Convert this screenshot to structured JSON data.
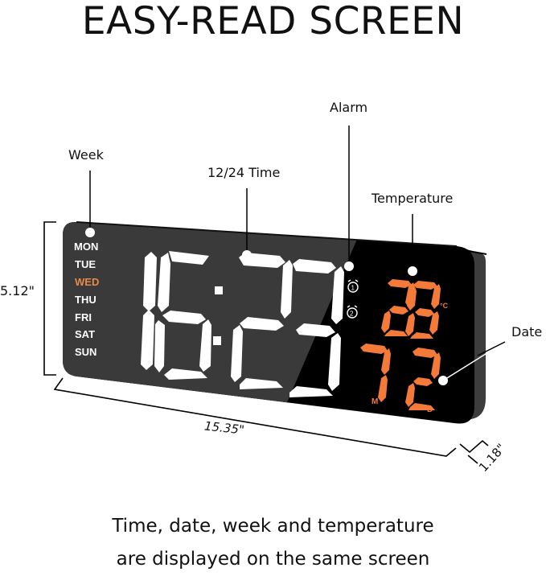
{
  "headline": "EASY-READ SCREEN",
  "callouts": {
    "week": "Week",
    "time": "12/24 Time",
    "alarm": "Alarm",
    "temperature": "Temperature",
    "date": "Date"
  },
  "dimensions": {
    "height": "5.12\"",
    "width": "15.35\"",
    "depth": "1.18\""
  },
  "display": {
    "weekdays": [
      "MON",
      "TUE",
      "WED",
      "THU",
      "FRI",
      "SAT",
      "SUN"
    ],
    "active_weekday": "WED",
    "time": "16:23",
    "alarm_icons": [
      "alarm-1",
      "alarm-2"
    ],
    "temperature": "28",
    "temperature_unit": "°C",
    "month": "7",
    "month_label": "M",
    "day": "2",
    "day_label": "D"
  },
  "caption": {
    "line1": "Time, date, week and temperature",
    "line2": "are displayed on the same screen"
  },
  "colors": {
    "led_white": "#ffffff",
    "led_orange": "#f47a3a",
    "active_day": "#e58a4a",
    "body_dark": "#3a3a3a",
    "body_black": "#000000"
  }
}
